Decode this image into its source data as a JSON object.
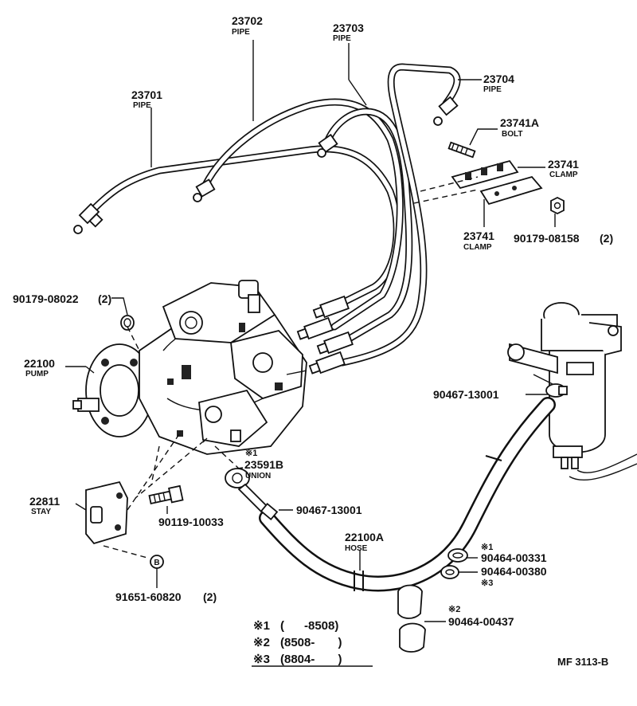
{
  "callouts": [
    {
      "id": "pipe-23701",
      "number": "23701",
      "name": "PIPE",
      "qty": ""
    },
    {
      "id": "pipe-23702",
      "number": "23702",
      "name": "PIPE",
      "qty": ""
    },
    {
      "id": "pipe-23703",
      "number": "23703",
      "name": "PIPE",
      "qty": ""
    },
    {
      "id": "pipe-23704",
      "number": "23704",
      "name": "PIPE",
      "qty": ""
    },
    {
      "id": "bolt-23741A",
      "number": "23741A",
      "name": "BOLT",
      "qty": ""
    },
    {
      "id": "clamp-23741-upper",
      "number": "23741",
      "name": "CLAMP",
      "qty": ""
    },
    {
      "id": "clamp-23741-lower",
      "number": "23741",
      "name": "CLAMP",
      "qty": ""
    },
    {
      "id": "nut-90179-08158",
      "number": "90179-08158",
      "name": "",
      "qty": "(2)"
    },
    {
      "id": "nut-90179-08022",
      "number": "90179-08022",
      "name": "",
      "qty": "(2)"
    },
    {
      "id": "pump-22100",
      "number": "22100",
      "name": "PUMP",
      "qty": ""
    },
    {
      "id": "clip-90467-13001-upper",
      "number": "90467-13001",
      "name": "",
      "qty": ""
    },
    {
      "id": "union-23591B",
      "number": "23591B",
      "name": "UNION",
      "qty": "",
      "footnote": "※1"
    },
    {
      "id": "clip-90467-13001-lower",
      "number": "90467-13001",
      "name": "",
      "qty": ""
    },
    {
      "id": "stay-22811",
      "number": "22811",
      "name": "STAY",
      "qty": ""
    },
    {
      "id": "bolt-90119-10033",
      "number": "90119-10033",
      "name": "",
      "qty": ""
    },
    {
      "id": "hose-22100A",
      "number": "22100A",
      "name": "HOSE",
      "qty": ""
    },
    {
      "id": "clip-90464-00331",
      "number": "90464-00331",
      "name": "",
      "qty": "",
      "footnote": "※1"
    },
    {
      "id": "clip-90464-00380",
      "number": "90464-00380",
      "name": "",
      "qty": "",
      "footnote": "※3"
    },
    {
      "id": "clip-90464-00437",
      "number": "90464-00437",
      "name": "",
      "qty": "",
      "footnote": "※2"
    },
    {
      "id": "bolt-91651-60820",
      "number": "91651-60820",
      "name": "",
      "qty": "(2)"
    }
  ],
  "marker_b": "B",
  "legend": [
    {
      "mark": "※1",
      "range": "(      -8508)"
    },
    {
      "mark": "※2",
      "range": "(8508-       )"
    },
    {
      "mark": "※3",
      "range": "(8804-       )"
    }
  ],
  "figure_ref": "MF 3113-B"
}
